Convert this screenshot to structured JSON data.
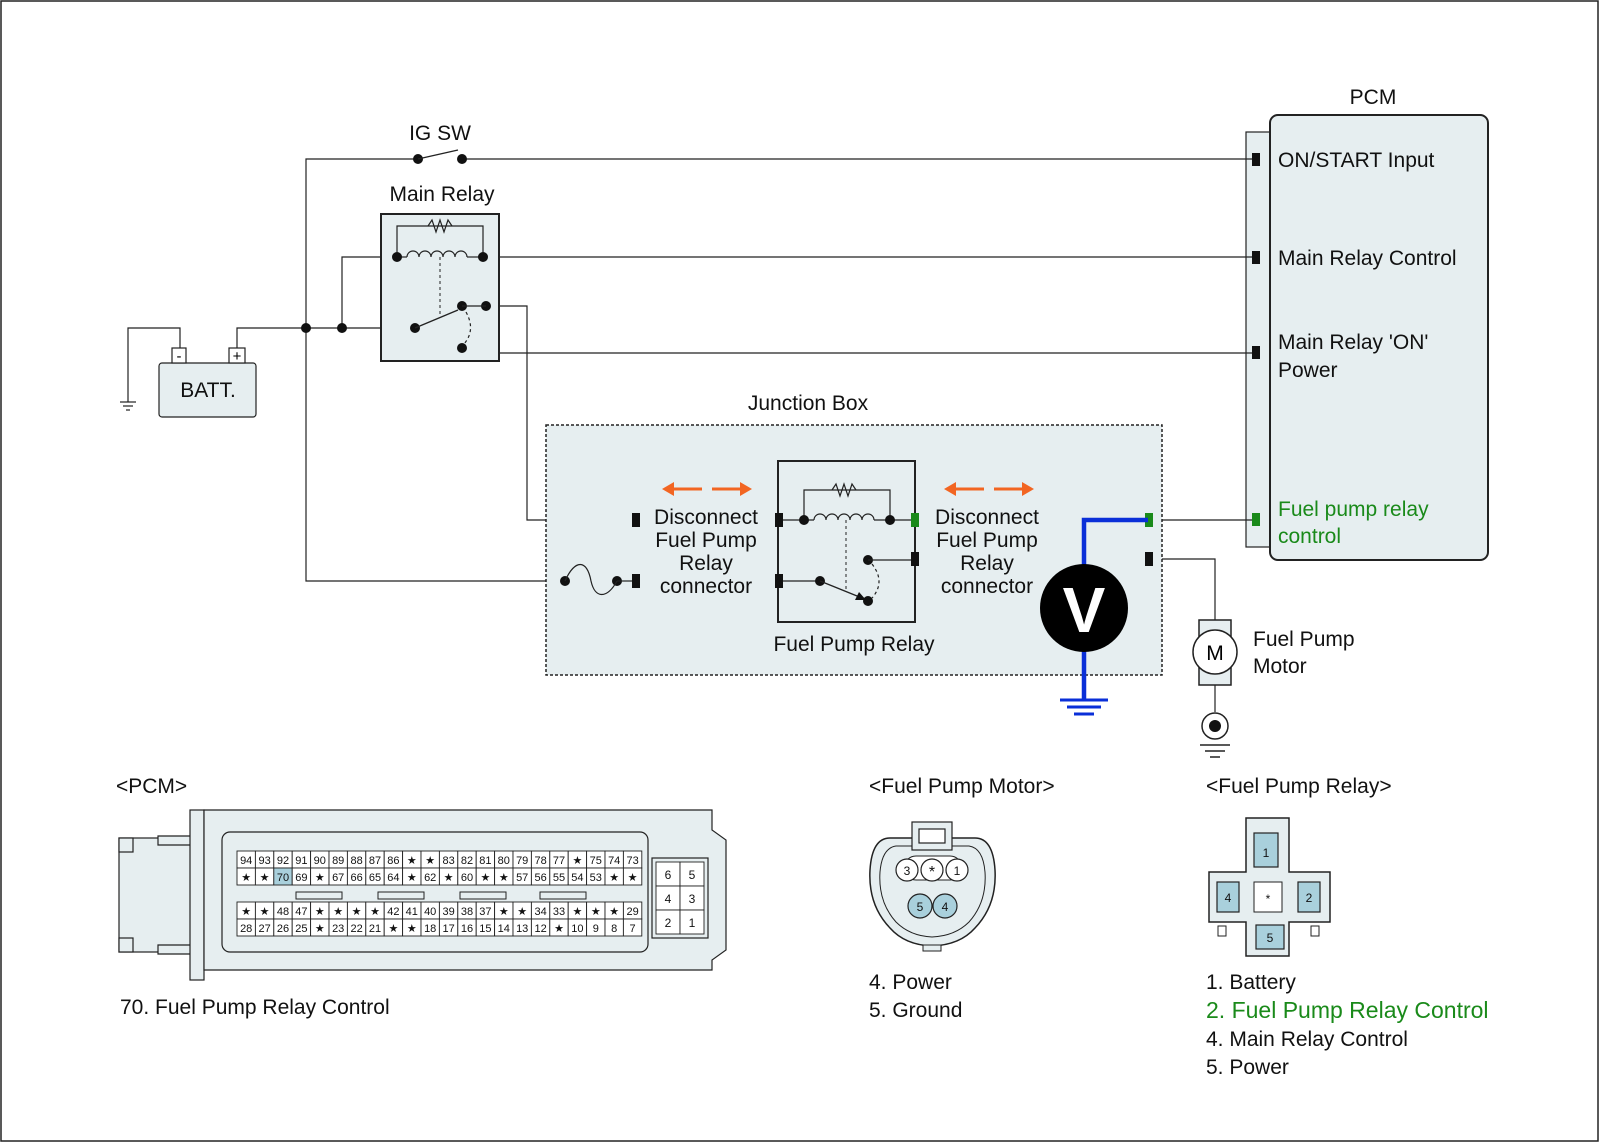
{
  "labels": {
    "ig_sw": "IG SW",
    "main_relay": "Main Relay",
    "pcm": "PCM",
    "on_start_input": "ON/START Input",
    "main_relay_control": "Main Relay Control",
    "main_relay_on_power_l1": "Main Relay 'ON'",
    "main_relay_on_power_l2": "Power",
    "fuel_pump_relay_control_l1": "Fuel pump relay",
    "fuel_pump_relay_control_l2": "control",
    "batt": "BATT.",
    "batt_minus": "-",
    "batt_plus": "+",
    "junction_box": "Junction Box",
    "disconnect_left": [
      "Disconnect",
      "Fuel Pump",
      "Relay",
      "connector"
    ],
    "disconnect_right": [
      "Disconnect",
      "Fuel Pump",
      "Relay",
      "connector"
    ],
    "fuel_pump_relay": "Fuel Pump Relay",
    "voltmeter": "V",
    "motor_symbol": "M",
    "fuel_pump_motor_l1": "Fuel Pump",
    "fuel_pump_motor_l2": "Motor"
  },
  "pcm_connector": {
    "title": "<PCM>",
    "row1": [
      "94",
      "93",
      "92",
      "91",
      "90",
      "89",
      "88",
      "87",
      "86",
      "★",
      "★",
      "83",
      "82",
      "81",
      "80",
      "79",
      "78",
      "77",
      "★",
      "75",
      "74",
      "73"
    ],
    "row2": [
      "★",
      "★",
      "70",
      "69",
      "★",
      "67",
      "66",
      "65",
      "64",
      "★",
      "62",
      "★",
      "60",
      "★",
      "★",
      "57",
      "56",
      "55",
      "54",
      "53",
      "★",
      "★"
    ],
    "row3": [
      "★",
      "★",
      "48",
      "47",
      "★",
      "★",
      "★",
      "★",
      "42",
      "41",
      "40",
      "39",
      "38",
      "37",
      "★",
      "★",
      "34",
      "33",
      "★",
      "★",
      "★",
      "29"
    ],
    "row4": [
      "28",
      "27",
      "26",
      "25",
      "★",
      "23",
      "22",
      "21",
      "★",
      "★",
      "18",
      "17",
      "16",
      "15",
      "14",
      "13",
      "12",
      "★",
      "10",
      "9",
      "8",
      "7"
    ],
    "small_block": [
      "6",
      "5",
      "4",
      "3",
      "2",
      "1"
    ],
    "highlight": "70",
    "legend": [
      "70. Fuel Pump Relay Control"
    ]
  },
  "fuel_pump_motor_connector": {
    "title": "<Fuel Pump Motor>",
    "pins_top": [
      "3",
      "*",
      "1"
    ],
    "pins_bottom": [
      "5",
      "4"
    ],
    "legend": [
      "4. Power",
      "5. Ground"
    ]
  },
  "fuel_pump_relay_connector": {
    "title": "<Fuel Pump Relay>",
    "pins": [
      "1",
      "4",
      "*",
      "2",
      "5"
    ],
    "legend": [
      {
        "text": "1. Battery",
        "highlight": false
      },
      {
        "text": "2. Fuel Pump Relay Control",
        "highlight": true
      },
      {
        "text": "4. Main Relay Control",
        "highlight": false
      },
      {
        "text": "5. Power",
        "highlight": false
      }
    ]
  },
  "colors": {
    "probe_wire": "#0a2fd8",
    "signal_green": "#1a8a1a",
    "arrow_orange": "#f26522",
    "box_fill": "#e6eef0",
    "pin_highlight": "#a9d0dc"
  }
}
